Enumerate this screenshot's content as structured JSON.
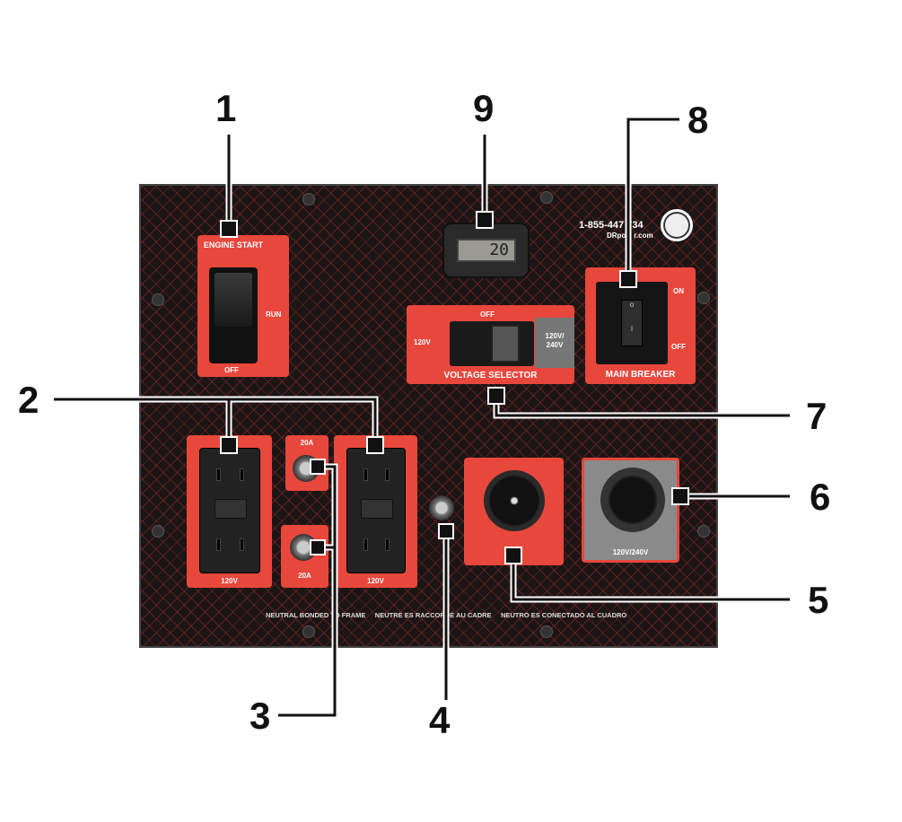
{
  "callouts": [
    "1",
    "2",
    "3",
    "4",
    "5",
    "6",
    "7",
    "8",
    "9"
  ],
  "engine_start": {
    "title": "ENGINE START",
    "run": "RUN",
    "off": "OFF"
  },
  "hour_meter": {
    "value": "20"
  },
  "contact": {
    "phone_a": "1-855-447",
    "phone_b": "734",
    "web": "DRpo    r.com"
  },
  "voltage_selector": {
    "off": "OFF",
    "left": "120V",
    "right": "120V/ 240V",
    "title": "VOLTAGE SELECTOR"
  },
  "main_breaker": {
    "on": "ON",
    "off": "OFF",
    "title": "MAIN BREAKER"
  },
  "outlets": {
    "left_label": "120V",
    "right_label": "120V",
    "breaker_top": "20A",
    "breaker_bottom": "20A"
  },
  "twist_lock": {
    "label": "120V/240V"
  },
  "footer": "NEUTRAL BONDED TO FRAME     NEUTRE ES RACCORDÉ AU CADRE     NEUTRO ES CONECTADO AL CUADRO",
  "colors": {
    "panel_red": "#e8473c",
    "panel_bg": "#1b1515"
  }
}
